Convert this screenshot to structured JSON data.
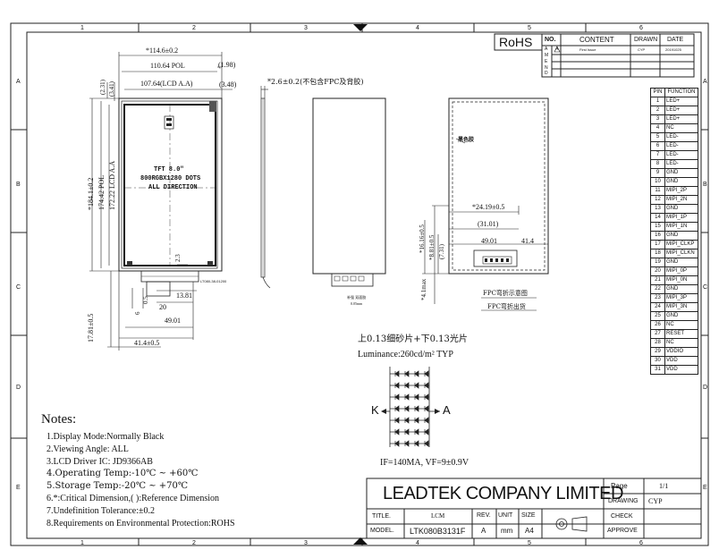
{
  "border": {
    "columns": [
      "1",
      "2",
      "3",
      "4",
      "5",
      "6"
    ],
    "rows": [
      "A",
      "B",
      "C",
      "D",
      "E"
    ]
  },
  "revision_table": {
    "rohs": "RoHS",
    "headers": [
      "NO.",
      "CONTENT",
      "DRAWN",
      "DATE"
    ],
    "row1": {
      "no": "A",
      "content": "First Issue",
      "drawn": "CYP",
      "date": "20191025"
    },
    "amend_letters": [
      "A",
      "M",
      "E",
      "N",
      "D"
    ]
  },
  "front_view": {
    "dim_overall_width": "*114.6±0.2",
    "dim_pol_width": "110.64 POL",
    "dim_pol_offset": "(1.98)",
    "dim_aa_width": "107.64(LCD A.A)",
    "dim_aa_offset": "(3.48)",
    "dim_left_offset1": "(2.31)",
    "dim_left_offset2": "(3.41)",
    "dim_overall_height": "*184.1±0.2",
    "dim_pol_height": "174.42 POL",
    "dim_aa_height": "172.22 LCD A.A",
    "center_text": [
      "TFT 8.0\"",
      "800RGBX1280 DOTS",
      "ALL DIRECTION"
    ],
    "dim_2_3": "2.3",
    "dim_13_81": "13.81",
    "dim_20": "20",
    "dim_0_5": "0.5",
    "dim_6": "6",
    "dim_49_01": "49.01",
    "dim_41_4": "41.4±0.5",
    "dim_17_81": "17.81±0.5",
    "fpc_label": "LT080-38-01200"
  },
  "side_view": {
    "dim_thickness": "*2.6±0.2(不包含FPC及背胶)"
  },
  "rear_view": {
    "label_black_tape": "黑色胶",
    "dim_24_19": "*24.19±0.5",
    "dim_31_01": "(31.01)",
    "dim_49_01": "49.01",
    "dim_41_4": "41.4",
    "dim_16_16": "*16.16±0.5",
    "dim_8_81": "*8.81±0.5",
    "dim_7_31": "(7.31)",
    "dim_4_1": "*4.1max",
    "fpc_bend_label1": "FPC弯折示意图",
    "fpc_bend_label2": "FPC弯折出货",
    "fpc_bottom_note1": "补强 双面胶",
    "fpc_bottom_note2": "0.05mm"
  },
  "backlight": {
    "line1": "上0.13细砂片+下0.13光片",
    "line2": "Luminance:260cd/m² TYP",
    "cathode": "K",
    "anode": "A",
    "rows": 7,
    "cols": 4,
    "current": "IF=140MA, VF=9±0.9V"
  },
  "pin_table": {
    "header_pin": "PIN",
    "header_function": "FUNCTION",
    "rows": [
      [
        "1",
        "LED+"
      ],
      [
        "2",
        "LED+"
      ],
      [
        "3",
        "LED+"
      ],
      [
        "4",
        "NC"
      ],
      [
        "5",
        "LED-"
      ],
      [
        "6",
        "LED-"
      ],
      [
        "7",
        "LED-"
      ],
      [
        "8",
        "LED-"
      ],
      [
        "9",
        "GND"
      ],
      [
        "10",
        "GND"
      ],
      [
        "11",
        "MIPI_2P"
      ],
      [
        "12",
        "MIPI_2N"
      ],
      [
        "13",
        "GND"
      ],
      [
        "14",
        "MIPI_1P"
      ],
      [
        "15",
        "MIPI_1N"
      ],
      [
        "16",
        "GND"
      ],
      [
        "17",
        "MIPI_CLKP"
      ],
      [
        "18",
        "MIPI_CLKN"
      ],
      [
        "19",
        "GND"
      ],
      [
        "20",
        "MIPI_0P"
      ],
      [
        "21",
        "MIPI_0N"
      ],
      [
        "22",
        "GND"
      ],
      [
        "23",
        "MIPI_3P"
      ],
      [
        "24",
        "MIPI_3N"
      ],
      [
        "25",
        "GND"
      ],
      [
        "26",
        "NC"
      ],
      [
        "27",
        "RESET"
      ],
      [
        "28",
        "NC"
      ],
      [
        "29",
        "VDDIO"
      ],
      [
        "30",
        "VDD"
      ],
      [
        "31",
        "VDD"
      ]
    ]
  },
  "notes": {
    "title": "Notes:",
    "items": [
      "1.Display Mode:Normally Black",
      "2.Viewing Angle: ALL",
      "3.LCD Driver IC: JD9366AB",
      "4.Operating Temp:-10℃ ~ +60℃",
      "5.Storage Temp:-20℃ ~ +70℃",
      "6.*:Critical Dimension,( ):Reference Dimension",
      "7.Undefinition Tolerance:±0.2",
      "8.Requirements on Environmental Protection:ROHS"
    ]
  },
  "title_block": {
    "company": "LEADTEK COMPANY LIMITED",
    "title_label": "TITLE.",
    "title_value": "LCM",
    "model_label": "MODEL.",
    "model_value": "LTK080B3131F",
    "rev_label": "REV.",
    "rev_value": "A",
    "unit_label": "UNIT",
    "unit_value": "mm",
    "size_label": "SIZE",
    "size_value": "A4",
    "page_label": "Page",
    "page_value": "1/1",
    "drawing_label": "DRAWING",
    "drawing_value": "CYP",
    "check_label": "CHECK",
    "check_value": "",
    "approve_label": "APPROVE",
    "approve_value": ""
  }
}
